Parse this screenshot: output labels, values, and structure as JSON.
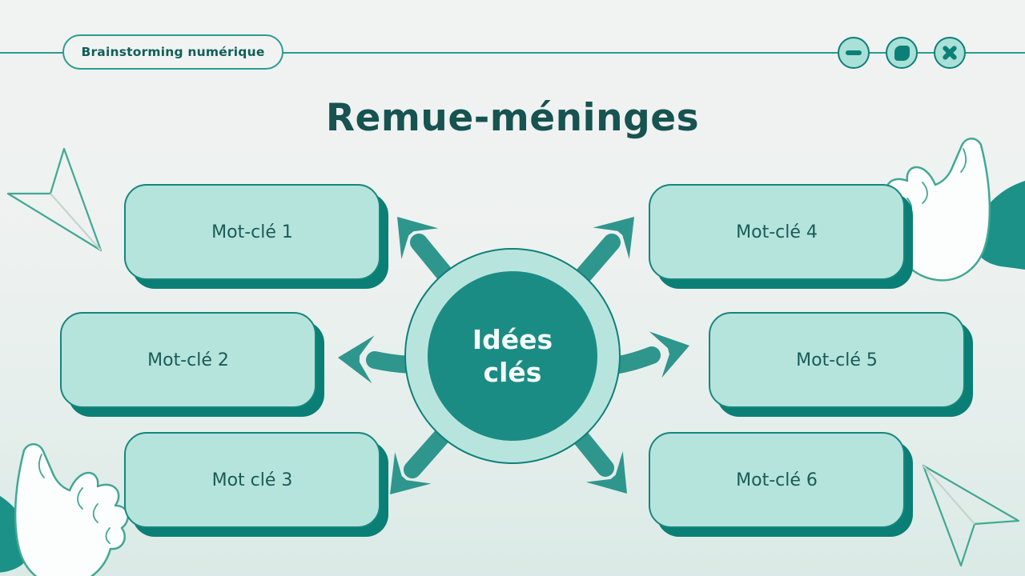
{
  "header": {
    "badge_label": "Brainstorming numérique",
    "window_buttons": [
      {
        "name": "minimize",
        "icon": "minus-icon"
      },
      {
        "name": "shape",
        "icon": "rounded-square-icon"
      },
      {
        "name": "close",
        "icon": "cross-icon"
      }
    ]
  },
  "title": "Remue-méninges",
  "diagram": {
    "center_label_lines": [
      "Idées",
      "clés"
    ],
    "nodes": [
      {
        "label": "Mot-clé 1"
      },
      {
        "label": "Mot-clé 2"
      },
      {
        "label": "Mot clé 3"
      },
      {
        "label": "Mot-clé 4"
      },
      {
        "label": "Mot-clé 5"
      },
      {
        "label": "Mot-clé 6"
      }
    ]
  },
  "decorations": [
    "paper-plane-top-left",
    "thumbs-up-hand-top-right",
    "thumbs-up-hand-bottom-left",
    "paper-plane-bottom-right"
  ],
  "colors": {
    "accent": "#2a9d8f",
    "dark_teal": "#0d8077",
    "title_text": "#175350",
    "node_fill": "#b5e4dd",
    "node_border": "#17867c",
    "node_shadow": "#0a7f75",
    "hub_fill": "#1b8c84",
    "hub_ring": "#b7e5de",
    "arrow": "#2f968d",
    "background_top": "#f1f3f2",
    "background_bottom": "#dbeae6"
  }
}
